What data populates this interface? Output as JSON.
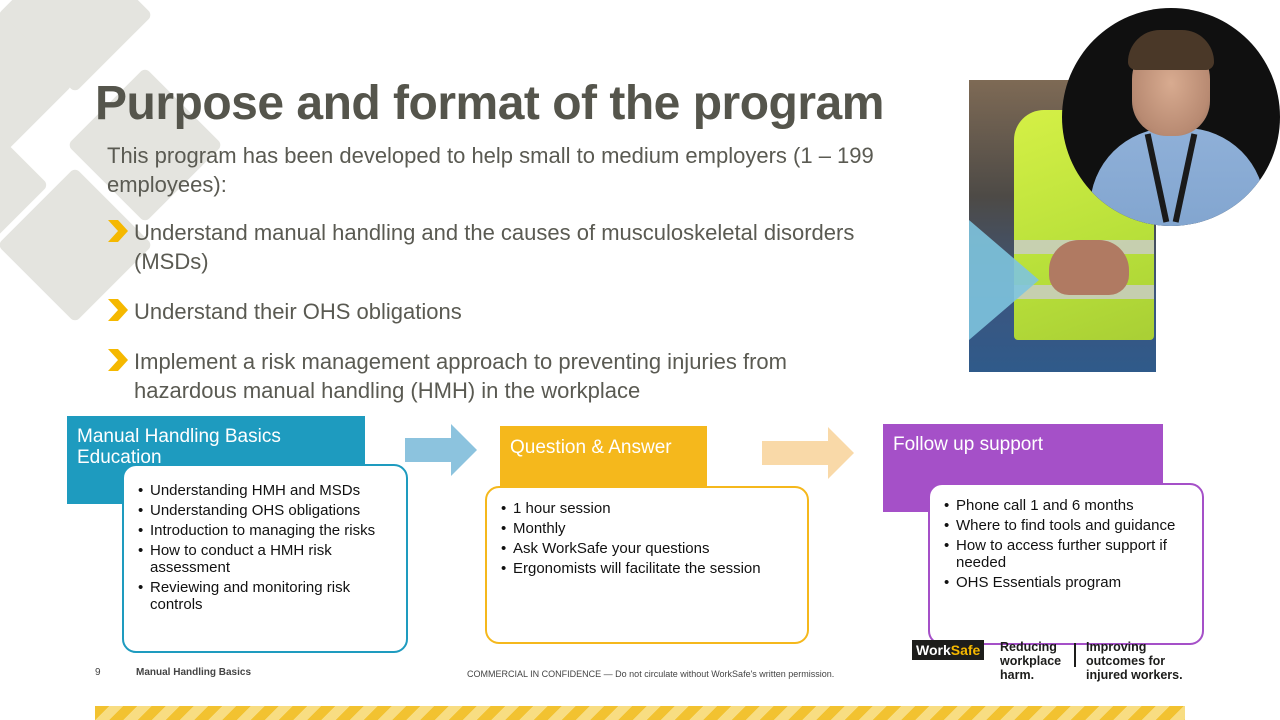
{
  "slide": {
    "title": "Purpose and format of the program",
    "intro": "This program has been developed to help small to medium employers (1 – 199 employees):",
    "bullets": [
      "Understand manual handling and the causes of musculoskeletal disorders (MSDs)",
      "Understand their OHS obligations",
      "Implement a risk management approach to preventing injuries from hazardous manual handling (HMH) in the workplace"
    ]
  },
  "colors": {
    "teal": "#1e9bbf",
    "yellow": "#f5b81c",
    "purple": "#a550c8",
    "arrow_blue": "#8cc3de",
    "arrow_peach": "#f9d9a8",
    "chevron": "#f5b800"
  },
  "steps": [
    {
      "heading": "Manual Handling Basics Education",
      "items": [
        "Understanding HMH and MSDs",
        "Understanding OHS obligations",
        "Introduction to managing the risks",
        "How to conduct a HMH risk assessment",
        "Reviewing and monitoring risk controls"
      ]
    },
    {
      "heading": "Question & Answer",
      "items": [
        "1 hour session",
        "Monthly",
        "Ask WorkSafe your questions",
        "Ergonomists will facilitate the session"
      ]
    },
    {
      "heading": "Follow up support",
      "items": [
        "Phone call 1 and 6 months",
        "Where to find tools and guidance",
        "How to access further support if needed",
        "OHS Essentials program"
      ]
    }
  ],
  "footer": {
    "page_number": "9",
    "deck_name": "Manual Handling Basics",
    "confidentiality": "COMMERCIAL IN CONFIDENCE — Do not circulate without WorkSafe's written permission.",
    "logo_work": "Work",
    "logo_safe": "Safe",
    "tagline_1": "Reducing workplace harm.",
    "tagline_2": "Improving outcomes for injured workers."
  },
  "icons": {
    "bullet": "chevron-bullet-icon",
    "arrow": "right-arrow-icon"
  }
}
